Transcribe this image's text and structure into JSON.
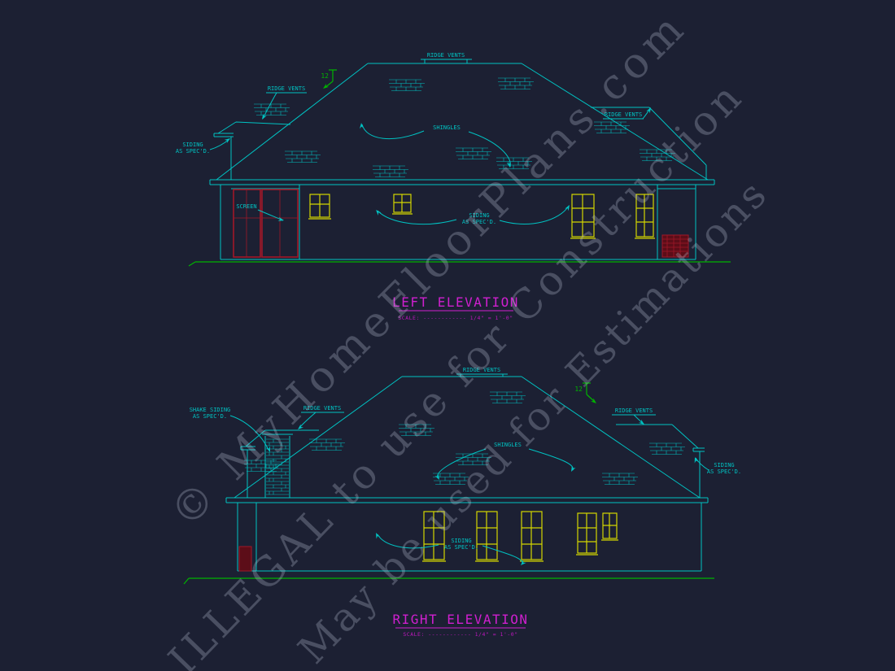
{
  "colors": {
    "background": "#1c2033",
    "linework": "#00c2c2",
    "windows": "#d4d600",
    "doors": "#a01828",
    "ground": "#00b400",
    "titles": "#cf1fcf",
    "watermark": "#c5cddf"
  },
  "watermark": {
    "line1": "© MyHomeFloorPlans.com",
    "line2": "ILLEGAL to use for Construction",
    "line3": "May be used for Estimations"
  },
  "left_elevation": {
    "title": "LEFT ELEVATION",
    "scale": "SCALE: ------------ 1/4\" = 1'-0\"",
    "pitch": "12",
    "labels": {
      "ridge_vents_top": "RIDGE VENTS",
      "ridge_vents_left": "RIDGE VENTS",
      "ridge_vents_right": "RIDGE VENTS",
      "shingles": "SHINGLES",
      "screen": "SCREEN",
      "siding_left_1": "SIDING",
      "siding_left_2": "AS SPEC'D.",
      "siding_center_1": "SIDING",
      "siding_center_2": "AS SPEC'D."
    }
  },
  "right_elevation": {
    "title": "RIGHT ELEVATION",
    "scale": "SCALE: ------------ 1/4\" = 1'-0\"",
    "pitch": "12",
    "labels": {
      "ridge_vents_top": "RIDGE VENTS",
      "ridge_vents_left": "RIDGE VENTS",
      "ridge_vents_right": "RIDGE VENTS",
      "shingles": "SHINGLES",
      "shake_siding_1": "SHAKE SIDING",
      "shake_siding_2": "AS SPEC'D.",
      "siding_right_1": "SIDING",
      "siding_right_2": "AS SPEC'D.",
      "siding_center_1": "SIDING",
      "siding_center_2": "AS SPEC'D."
    }
  }
}
